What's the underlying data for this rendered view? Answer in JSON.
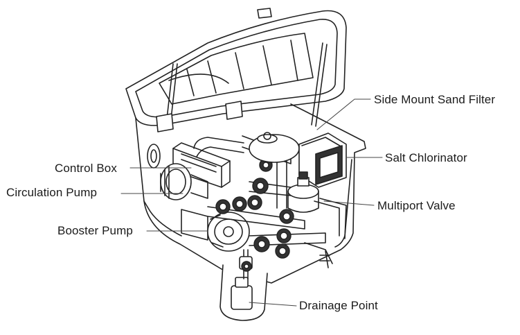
{
  "diagram": {
    "labels": {
      "side_mount_sand_filter": "Side Mount Sand Filter",
      "salt_chlorinator": "Salt Chlorinator",
      "control_box": "Control Box",
      "circulation_pump": "Circulation Pump",
      "multiport_valve": "Multiport Valve",
      "booster_pump": "Booster Pump",
      "drainage_point": "Drainage Point"
    }
  }
}
